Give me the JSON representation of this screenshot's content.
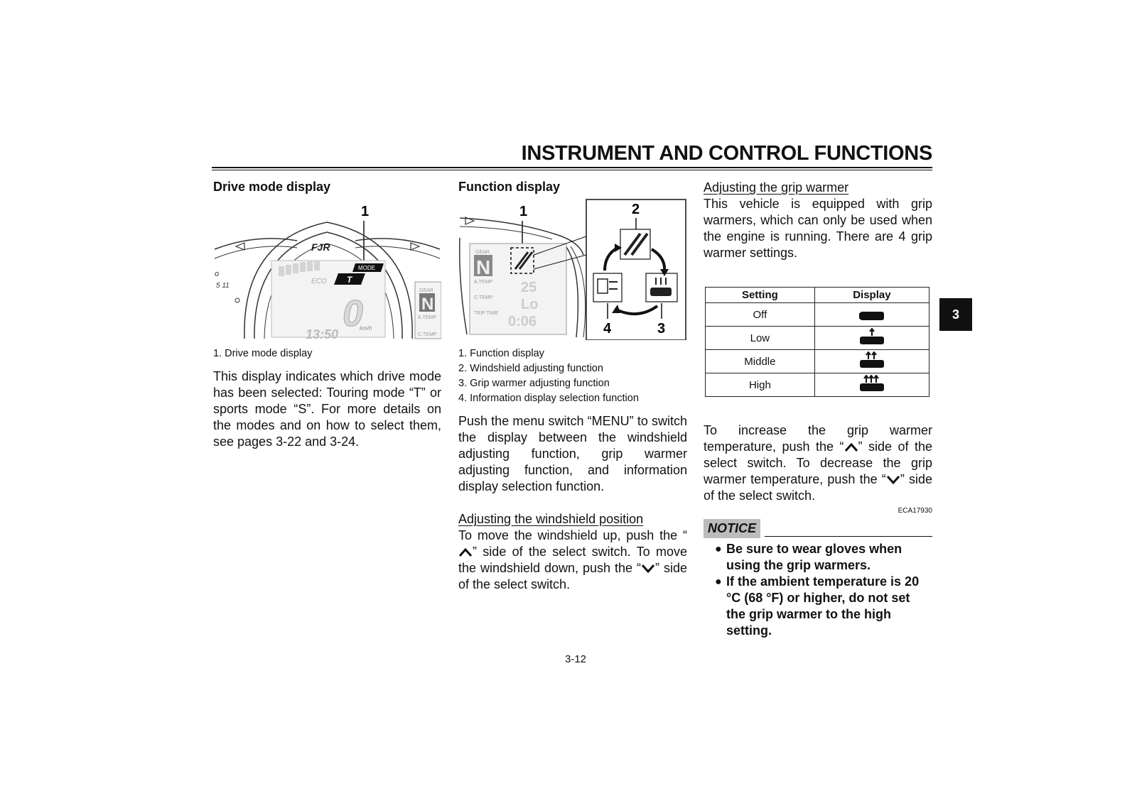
{
  "header": {
    "title": "INSTRUMENT AND CONTROL FUNCTIONS"
  },
  "chapter_tab": "3",
  "drive_mode": {
    "heading": "Drive mode display",
    "figure": {
      "callout": "1",
      "mode_label": "MODE",
      "mode_value": "T",
      "eco_label": "ECO",
      "speed_unit": "km/h",
      "speed": "0",
      "clock": "13:50",
      "gear_label": "GEAR",
      "gear": "N",
      "atemp_label": "A.TEMP",
      "ctemp_label": "C.TEMP"
    },
    "caption": "1. Drive mode display",
    "body": "This display indicates which drive mode has been selected: Touring mode “T” or sports mode “S”. For more details on the modes and on how to select them, see pages 3-22 and 3-24."
  },
  "function_display": {
    "heading": "Function display",
    "figure": {
      "callouts": [
        "1",
        "2",
        "3",
        "4"
      ],
      "gear_label": "GEAR",
      "gear": "N",
      "atemp_label": "A.TEMP",
      "ctemp_label": "C.TEMP",
      "trip_label": "TRIP TIME",
      "value1": "25",
      "value2": "Lo",
      "value3": "0:06"
    },
    "captions": [
      "1. Function display",
      "2. Windshield adjusting function",
      "3. Grip warmer adjusting function",
      "4. Information display selection function"
    ],
    "body": "Push the menu switch “MENU” to switch the display between the windshield adjusting function, grip warmer adjusting function, and information display selection function.",
    "windshield": {
      "heading": "Adjusting the windshield position",
      "text_up_1": "To move the windshield up, push the “",
      "text_up_2": "” side of the select switch. To move the windshield down, push the “",
      "text_up_3": "” side of the select switch."
    }
  },
  "grip_warmer": {
    "heading": "Adjusting the grip warmer",
    "intro": "This vehicle is equipped with grip warmers, which can only be used when the engine is running. There are 4 grip warmer settings.",
    "table": {
      "headers": [
        "Setting",
        "Display"
      ],
      "rows": [
        {
          "setting": "Off",
          "icon": "grip-off-icon"
        },
        {
          "setting": "Low",
          "icon": "grip-low-icon"
        },
        {
          "setting": "Middle",
          "icon": "grip-middle-icon"
        },
        {
          "setting": "High",
          "icon": "grip-high-icon"
        }
      ]
    },
    "adjust_1": "To increase the grip warmer temperature, push the “",
    "adjust_2": "” side of the select switch. To decrease the grip warmer temperature, push the “",
    "adjust_3": "” side of the select switch.",
    "code": "ECA17930",
    "notice": {
      "label": "NOTICE",
      "items": [
        "Be sure to wear gloves when using the grip warmers.",
        "If the ambient temperature is 20 °C (68 °F) or higher, do not set the grip warmer to the high setting."
      ]
    }
  },
  "page_number": "3-12"
}
